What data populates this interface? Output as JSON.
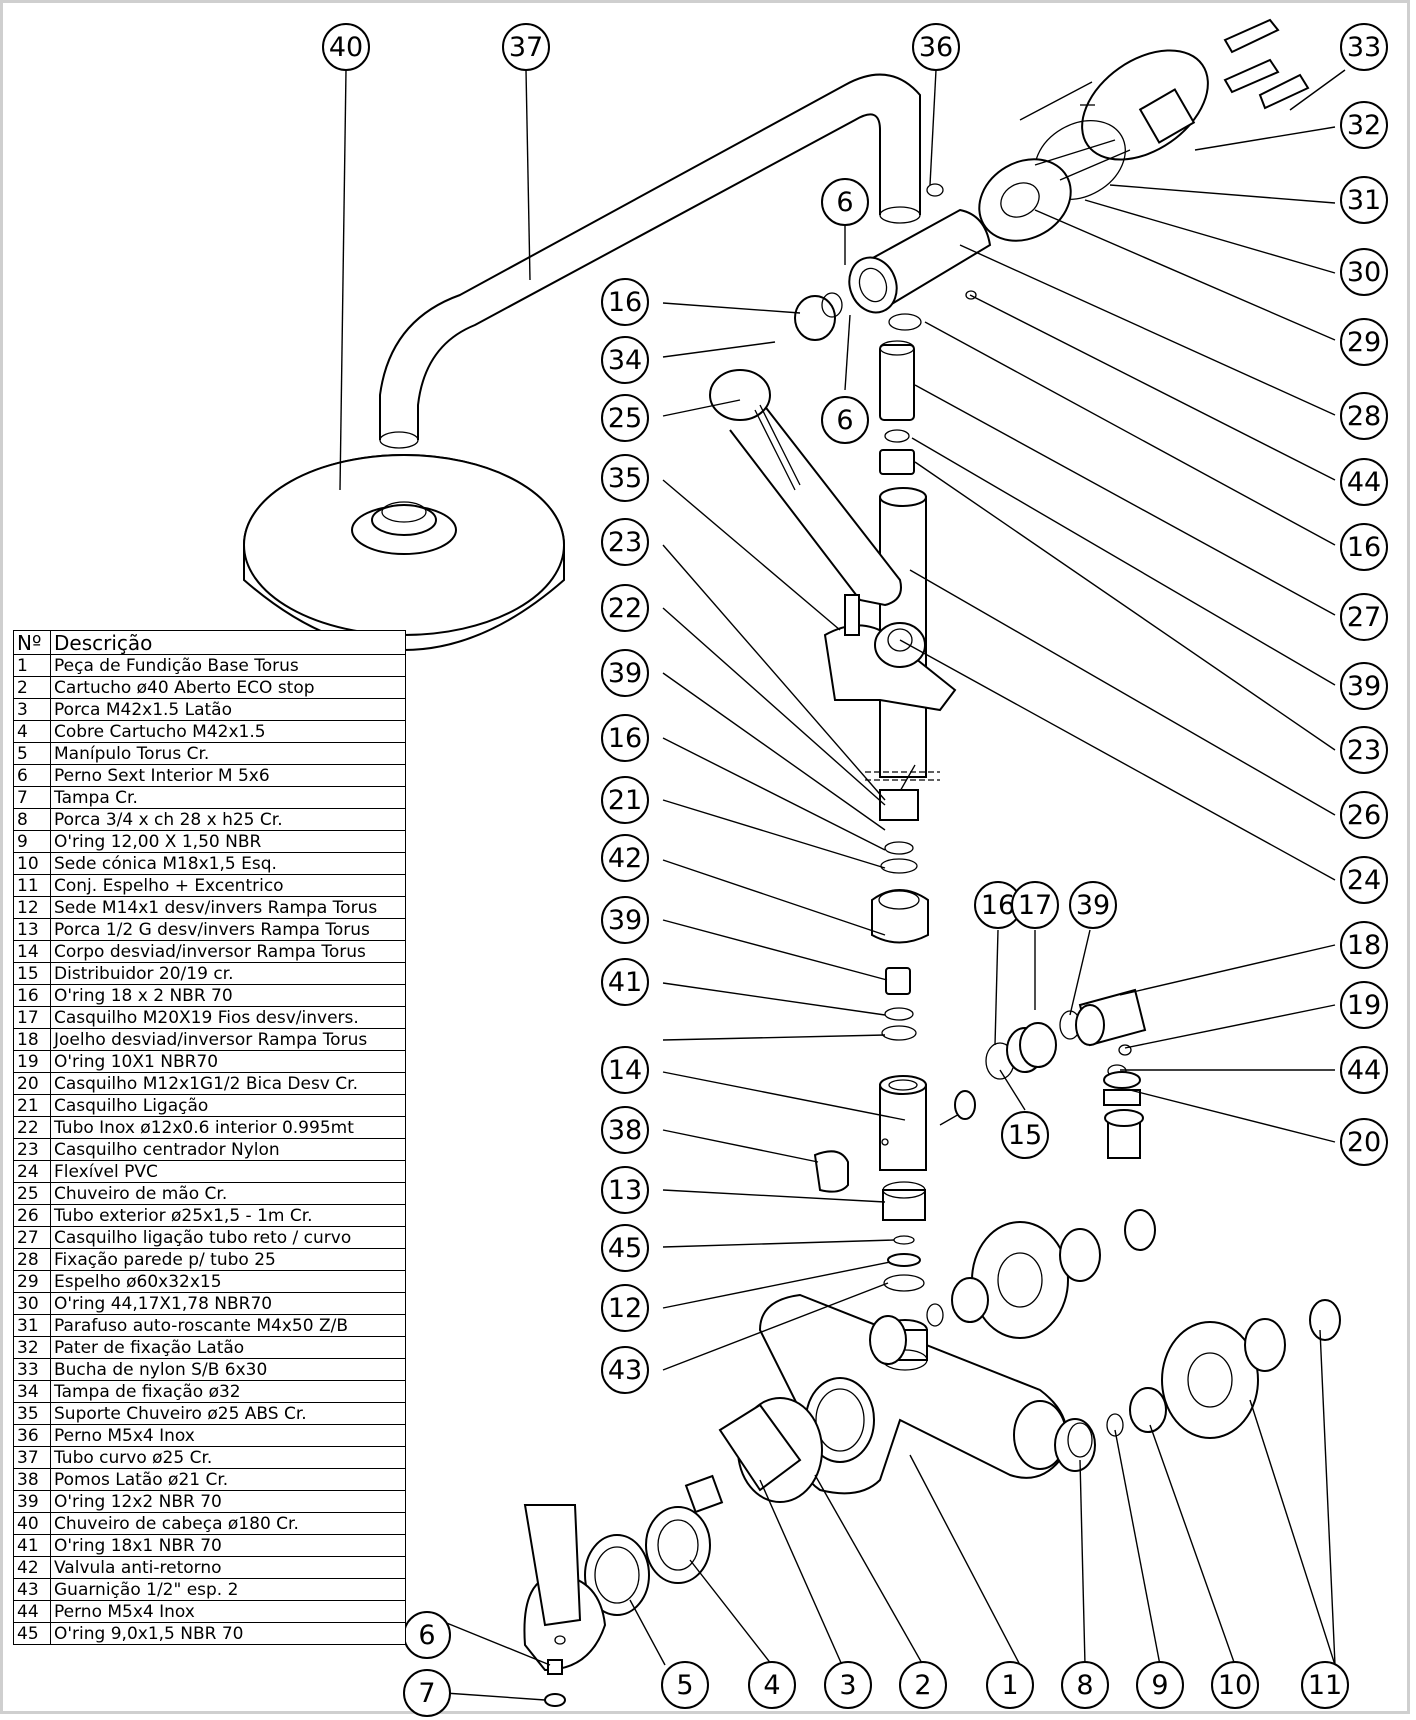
{
  "table": {
    "header": {
      "no": "Nº",
      "desc": "Descrição"
    },
    "rows": [
      {
        "no": "1",
        "desc": "Peça de Fundição Base Torus"
      },
      {
        "no": "2",
        "desc": "Cartucho ø40 Aberto ECO stop"
      },
      {
        "no": "3",
        "desc": "Porca M42x1.5 Latão"
      },
      {
        "no": "4",
        "desc": "Cobre Cartucho M42x1.5"
      },
      {
        "no": "5",
        "desc": "Manípulo Torus Cr."
      },
      {
        "no": "6",
        "desc": "Perno Sext Interior M 5x6"
      },
      {
        "no": "7",
        "desc": "Tampa Cr."
      },
      {
        "no": "8",
        "desc": "Porca 3/4 x ch 28 x h25 Cr."
      },
      {
        "no": "9",
        "desc": "O'ring 12,00 X 1,50 NBR"
      },
      {
        "no": "10",
        "desc": "Sede cónica M18x1,5 Esq."
      },
      {
        "no": "11",
        "desc": "Conj. Espelho + Excentrico"
      },
      {
        "no": "12",
        "desc": "Sede M14x1 desv/invers Rampa Torus"
      },
      {
        "no": "13",
        "desc": "Porca 1/2 G desv/invers Rampa Torus"
      },
      {
        "no": "14",
        "desc": "Corpo desviad/inversor Rampa Torus"
      },
      {
        "no": "15",
        "desc": "Distribuidor 20/19 cr."
      },
      {
        "no": "16",
        "desc": "O'ring 18 x 2 NBR 70"
      },
      {
        "no": "17",
        "desc": "Casquilho M20X19 Fios desv/invers."
      },
      {
        "no": "18",
        "desc": "Joelho desviad/inversor Rampa Torus"
      },
      {
        "no": "19",
        "desc": "O'ring 10X1  NBR70"
      },
      {
        "no": "20",
        "desc": "Casquilho M12x1G1/2 Bica Desv Cr."
      },
      {
        "no": "21",
        "desc": "Casquilho Ligação"
      },
      {
        "no": "22",
        "desc": "Tubo Inox ø12x0.6 interior 0.995mt"
      },
      {
        "no": "23",
        "desc": "Casquilho centrador Nylon"
      },
      {
        "no": "24",
        "desc": "Flexível PVC"
      },
      {
        "no": "25",
        "desc": "Chuveiro de mão Cr."
      },
      {
        "no": "26",
        "desc": "Tubo exterior ø25x1,5 - 1m Cr."
      },
      {
        "no": "27",
        "desc": "Casquilho ligação tubo reto / curvo"
      },
      {
        "no": "28",
        "desc": "Fixação parede p/ tubo 25"
      },
      {
        "no": "29",
        "desc": "Espelho ø60x32x15"
      },
      {
        "no": "30",
        "desc": "O'ring 44,17X1,78  NBR70"
      },
      {
        "no": "31",
        "desc": "Parafuso auto-roscante M4x50 Z/B"
      },
      {
        "no": "32",
        "desc": "Pater de fixação Latão"
      },
      {
        "no": "33",
        "desc": "Bucha de nylon S/B 6x30"
      },
      {
        "no": "34",
        "desc": "Tampa de fixação ø32"
      },
      {
        "no": "35",
        "desc": "Suporte Chuveiro ø25 ABS Cr."
      },
      {
        "no": "36",
        "desc": "Perno M5x4 Inox"
      },
      {
        "no": "37",
        "desc": "Tubo curvo ø25 Cr."
      },
      {
        "no": "38",
        "desc": "Pomos Latão ø21  Cr."
      },
      {
        "no": "39",
        "desc": "O'ring 12x2 NBR 70"
      },
      {
        "no": "40",
        "desc": "Chuveiro de cabeça ø180 Cr."
      },
      {
        "no": "41",
        "desc": "O'ring 18x1 NBR 70"
      },
      {
        "no": "42",
        "desc": "Valvula anti-retorno"
      },
      {
        "no": "43",
        "desc": "Guarnição 1/2\" esp. 2"
      },
      {
        "no": "44",
        "desc": "Perno M5x4 Inox"
      },
      {
        "no": "45",
        "desc": "O'ring 9,0x1,5 NBR 70"
      }
    ]
  },
  "callouts": {
    "c40": "40",
    "c37": "37",
    "c36": "36",
    "c33": "33",
    "c32": "32",
    "c31": "31",
    "c30": "30",
    "c29": "29",
    "c28": "28",
    "c44a": "44",
    "c16a": "16",
    "c27": "27",
    "c39a": "39",
    "c23a": "23",
    "c26": "26",
    "c24": "24",
    "c6a": "6",
    "c6b": "6",
    "c16b": "16",
    "c34": "34",
    "c25": "25",
    "c35": "35",
    "c23b": "23",
    "c22": "22",
    "c39b": "39",
    "c16c": "16",
    "c21": "21",
    "c42": "42",
    "c39c": "39",
    "c41": "41",
    "c14": "14",
    "c38": "38",
    "c13": "13",
    "c45": "45",
    "c12": "12",
    "c43": "43",
    "c16d": "16",
    "c17": "17",
    "c39d": "39",
    "c18": "18",
    "c19": "19",
    "c44b": "44",
    "c15": "15",
    "c20": "20",
    "c6c": "6",
    "c7": "7",
    "c5": "5",
    "c4": "4",
    "c3": "3",
    "c2": "2",
    "c1": "1",
    "c8": "8",
    "c9": "9",
    "c10": "10",
    "c11": "11"
  }
}
